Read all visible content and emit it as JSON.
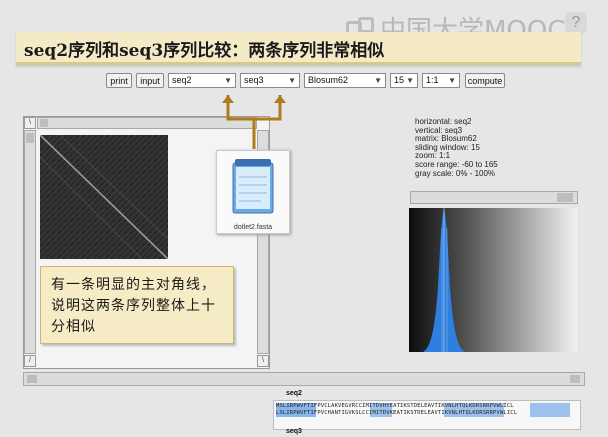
{
  "watermark": {
    "text": "中国大学MOOC",
    "help": "?"
  },
  "banner": {
    "title": "seq2序列和seq3序列比较：两条序列非常相似"
  },
  "toolbar": {
    "print": "print",
    "input": "input",
    "seq_a": "seq2",
    "seq_b": "seq3",
    "matrix": "Blosum62",
    "window": "15",
    "zoom": "1:1",
    "compute": "compute"
  },
  "settings": {
    "horizontal": "horizontal: seq2",
    "vertical": "vertical: seq3",
    "matrix": "matrix: Blosum62",
    "window": "sliding window: 15",
    "zoom": "zoom: 1:1",
    "score_range": "score range: -60 to 165",
    "gray_scale": "gray scale: 0% - 100%"
  },
  "file": {
    "name": "dotlet2.fasta"
  },
  "callout": {
    "text": "有一条明显的主对角线，说明这两条序列整体上十分相似"
  },
  "alignment": {
    "label_top": "seq2",
    "label_bottom": "seq3",
    "row1": "MSLIRPWVFTIFPVCLAKVEGVRCCIMITDVHYEATIKSTDELEAVTIKVNLHTQLKDRSRRPVWLICL",
    "row2": "LSLIRPWVFTIFPVCHANTIGVKSLCCIMITDVKEATIKSTDELEAVTIKVNLHTQLKDRSRRPVWLICL"
  },
  "colors": {
    "accent": "#2e7fe0",
    "banner": "#f4ebc6",
    "arrow": "#b07b1c"
  },
  "icons": [
    "notepad-file-icon",
    "watermark-logo-icon"
  ]
}
